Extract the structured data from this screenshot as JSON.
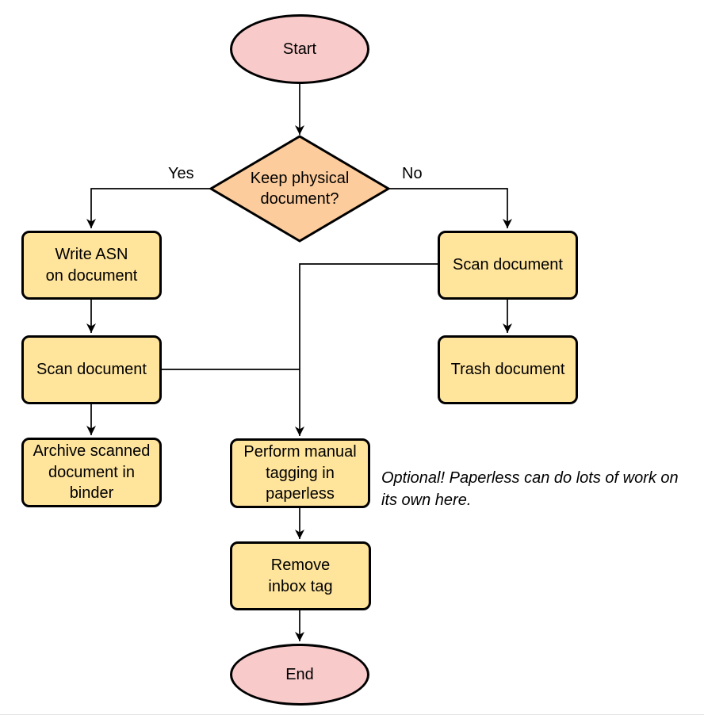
{
  "colors": {
    "terminal_fill": "#f9caca",
    "process_fill": "#ffe49c",
    "decision_fill": "#fdcc9c",
    "stroke": "#000000"
  },
  "nodes": {
    "start": {
      "label": "Start"
    },
    "decision": {
      "label": "Keep physical\ndocument?"
    },
    "write_asn": {
      "label": "Write ASN\non document"
    },
    "scan_left": {
      "label": "Scan document"
    },
    "archive": {
      "label": "Archive scanned\ndocument in\nbinder"
    },
    "scan_right": {
      "label": "Scan document"
    },
    "trash": {
      "label": "Trash document"
    },
    "tagging": {
      "label": "Perform manual\ntagging in\npaperless"
    },
    "remove_inbox": {
      "label": "Remove\ninbox tag"
    },
    "end": {
      "label": "End"
    }
  },
  "edge_labels": {
    "yes": "Yes",
    "no": "No"
  },
  "note": {
    "text": "Optional! Paperless can do lots of work on\nits own here."
  }
}
